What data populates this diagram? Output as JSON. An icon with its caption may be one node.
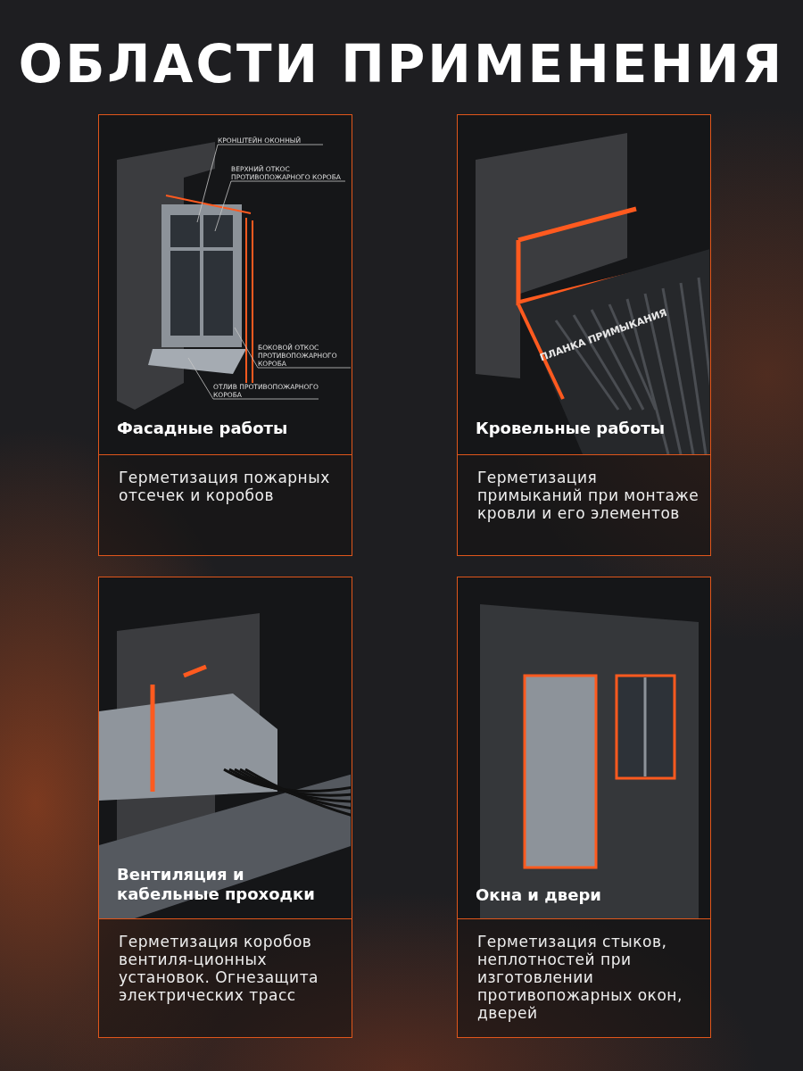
{
  "diagram": {
    "title": "ОБЛАСТИ ПРИМЕНЕНИЯ",
    "nodes": [
      {
        "text": [
          "Фасадные работы",
          "Герметизация пожарных отсечек и коробов"
        ]
      },
      {
        "text": [
          "КРОНШТЕЙН ОКОННЫЙ"
        ],
        "in": 0
      },
      {
        "text": [
          "ВЕРХНИЙ ОТКОС ПРОТИВОПОЖАРНОГО КОРОБА"
        ],
        "in": 0
      },
      {
        "text": [
          "БОКОВОЙ ОТКОС ПРОТИВОПОЖАРНОГО КОРОБА"
        ],
        "in": 0
      },
      {
        "text": [
          "ОТЛИВ ПРОТИВОПОЖАРНОГО КОРОБА"
        ],
        "in": 0
      },
      {
        "text": [
          "Кровельные работы",
          "Герметизация примыканий при монтаже кровли и его элементов"
        ]
      },
      {
        "text": [
          "Вентиляция и кабельные проходки",
          "Герметизация коробов вентиля-ционных установок. Огнезащита электрических трасс"
        ]
      },
      {
        "text": [
          "Окна и двери",
          "Герметизация стыков, неплотностей при изготовлении противопожарных окон, дверей"
        ]
      }
    ],
    "edges": [
      {
        "from": 1,
        "to": null,
        "arrow": "none"
      },
      {
        "from": 2,
        "to": null,
        "arrow": "none"
      },
      {
        "from": 3,
        "to": null,
        "arrow": "none"
      },
      {
        "from": 4,
        "to": null,
        "arrow": "none"
      }
    ],
    "labels": [
      "ПЛАНКА ПРИМЫКАНИЯ"
    ]
  }
}
